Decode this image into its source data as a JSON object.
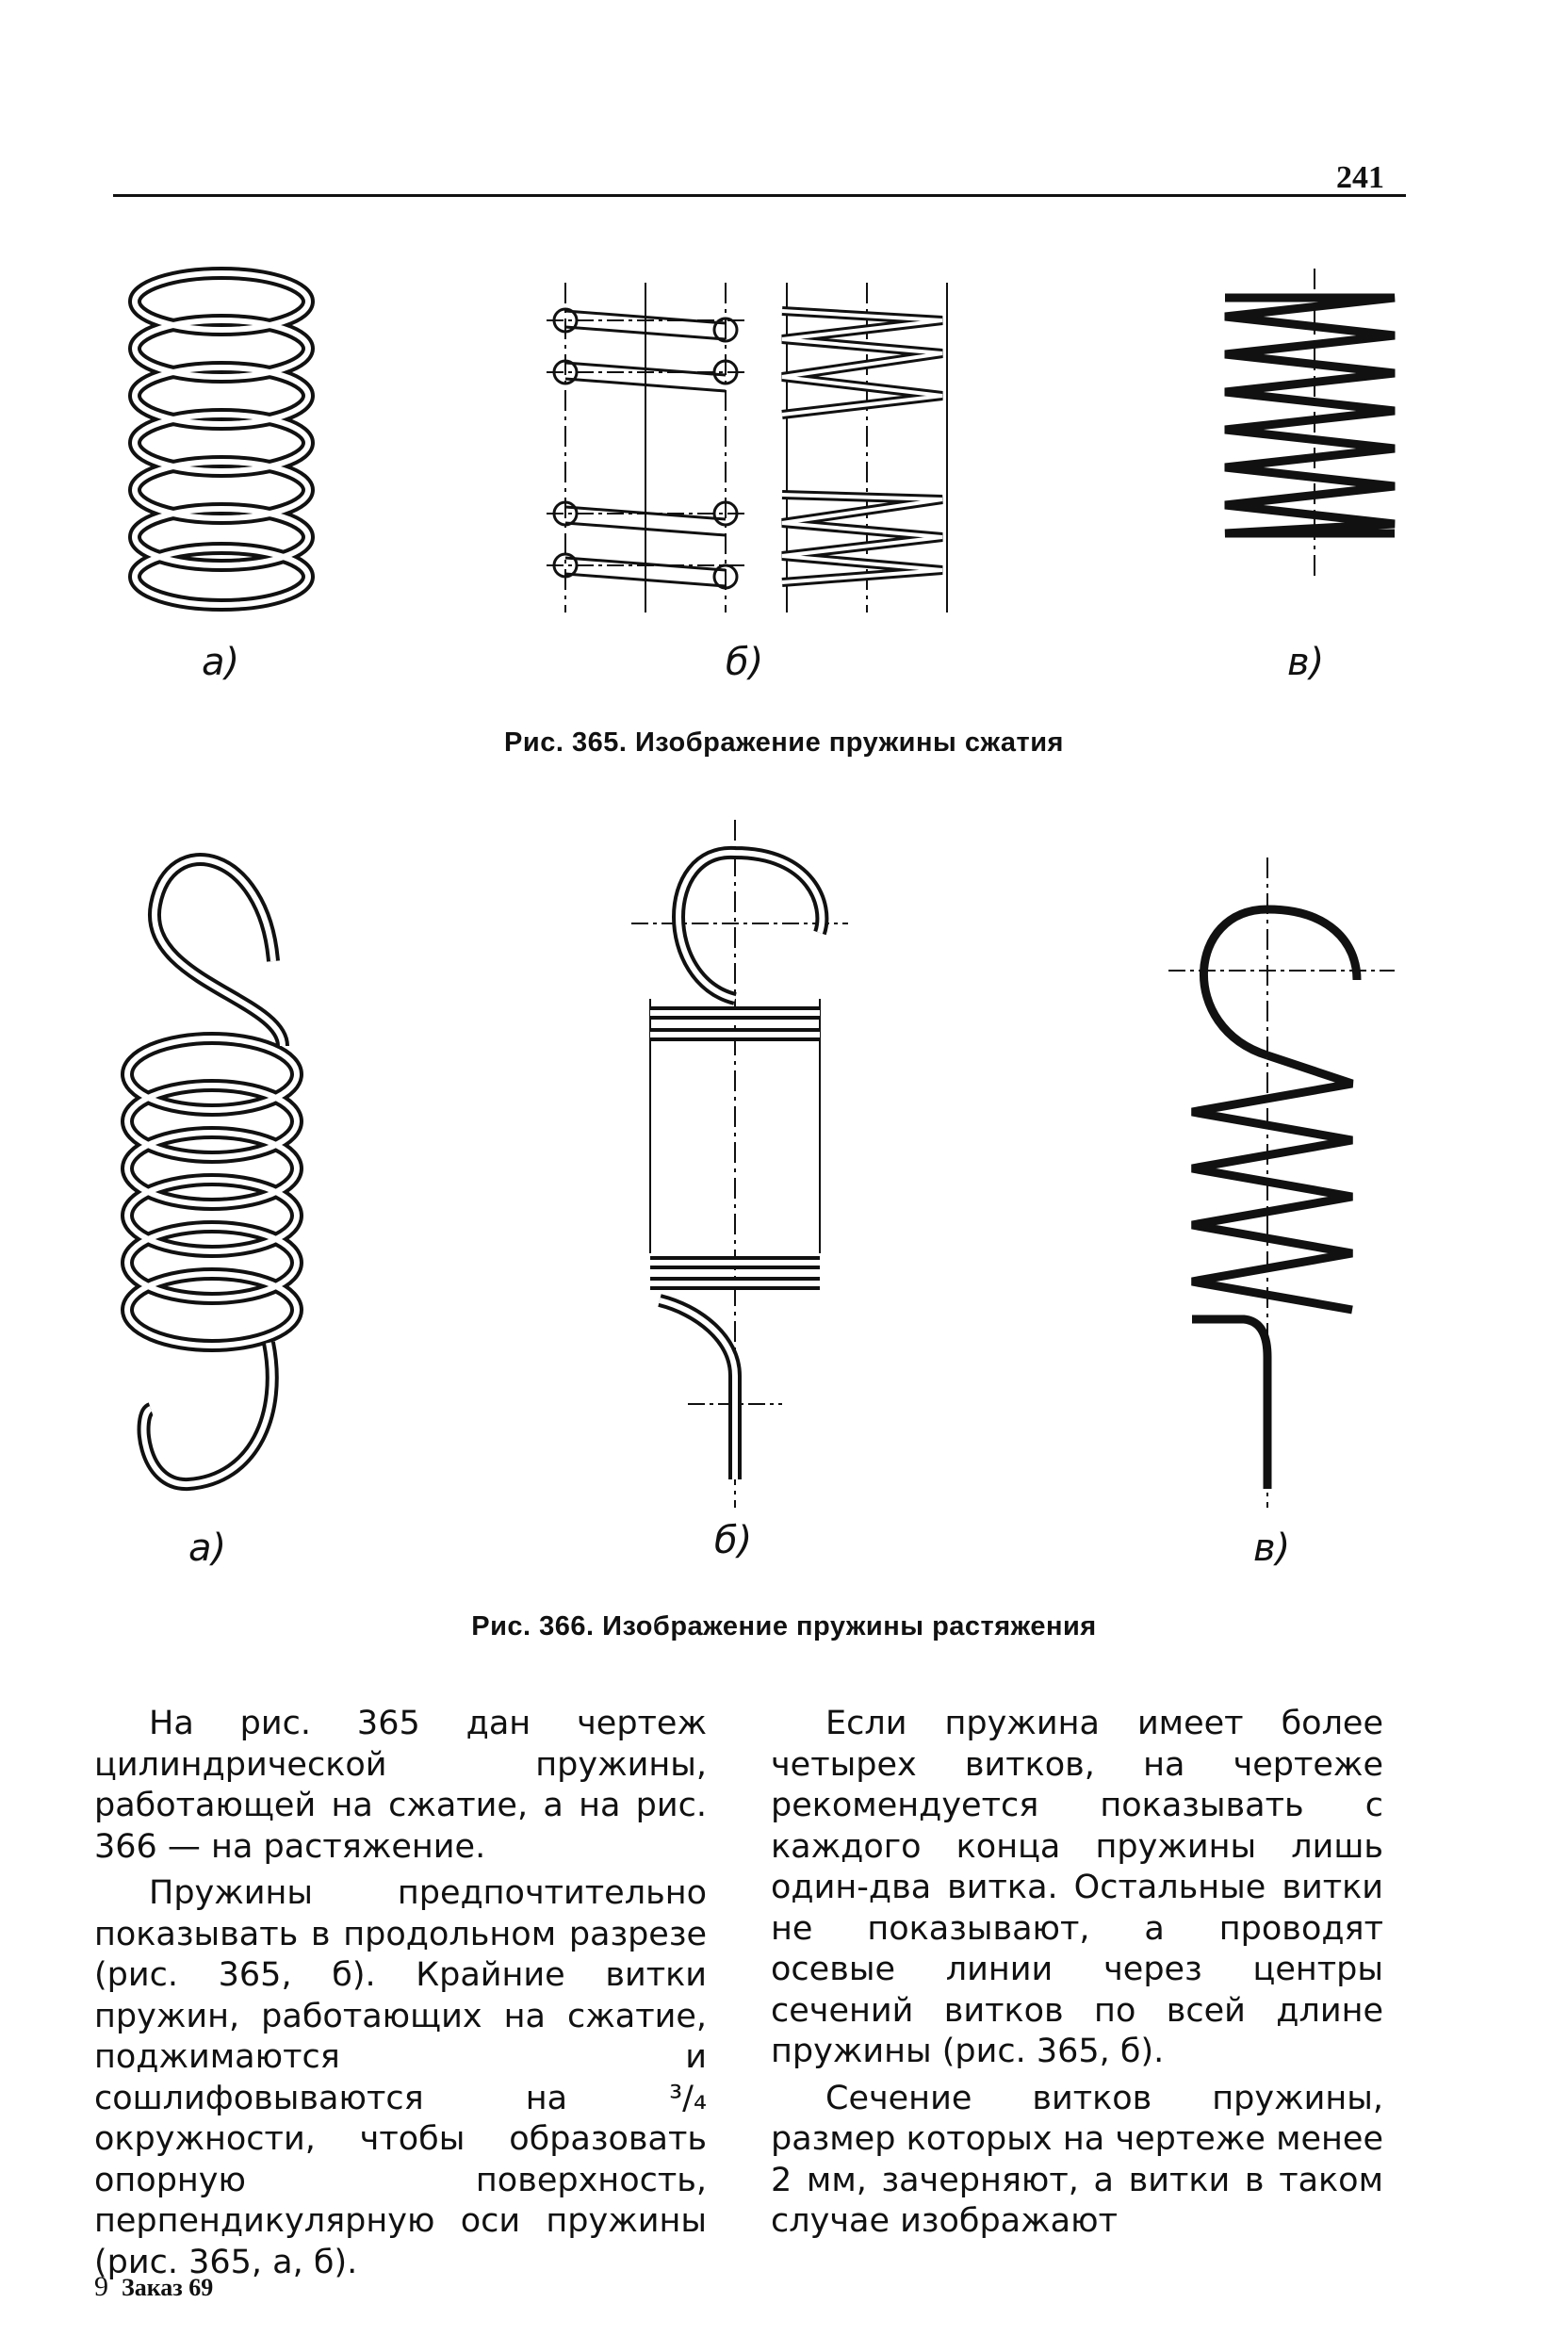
{
  "page": {
    "number": "241",
    "footer_left": "9",
    "footer_right": "Заказ 69"
  },
  "figure_365": {
    "caption": "Рис. 365. Изображение пружины сжатия",
    "labels": [
      "а)",
      "б)",
      "в)"
    ]
  },
  "figure_366": {
    "caption": "Рис. 366. Изображение пружины растяжения",
    "labels": [
      "а)",
      "б)",
      "в)"
    ]
  },
  "text": {
    "left": [
      "На рис. 365 дан чертеж цилиндрической пружины, работающей на сжатие, а на рис. 366 — на растяжение.",
      "Пружины предпочтительно показывать в продольном разрезе (рис. 365, б). Крайние витки пружин, работающих на сжатие, поджимаются и сошлифовываются на ³/₄ окружности, чтобы образовать опорную поверхность, перпендикулярную оси пружины (рис. 365, а, б)."
    ],
    "right": [
      "Если пружина имеет более четырех витков, на чертеже рекомендуется показывать с каждого конца пружины лишь один-два витка. Остальные витки не показывают, а проводят осевые линии через центры сечений витков по всей длине пружины (рис. 365, б).",
      "Сечение витков пружины, размер которых на чертеже менее 2 мм, зачерняют, а витки в таком случае изображают"
    ]
  }
}
